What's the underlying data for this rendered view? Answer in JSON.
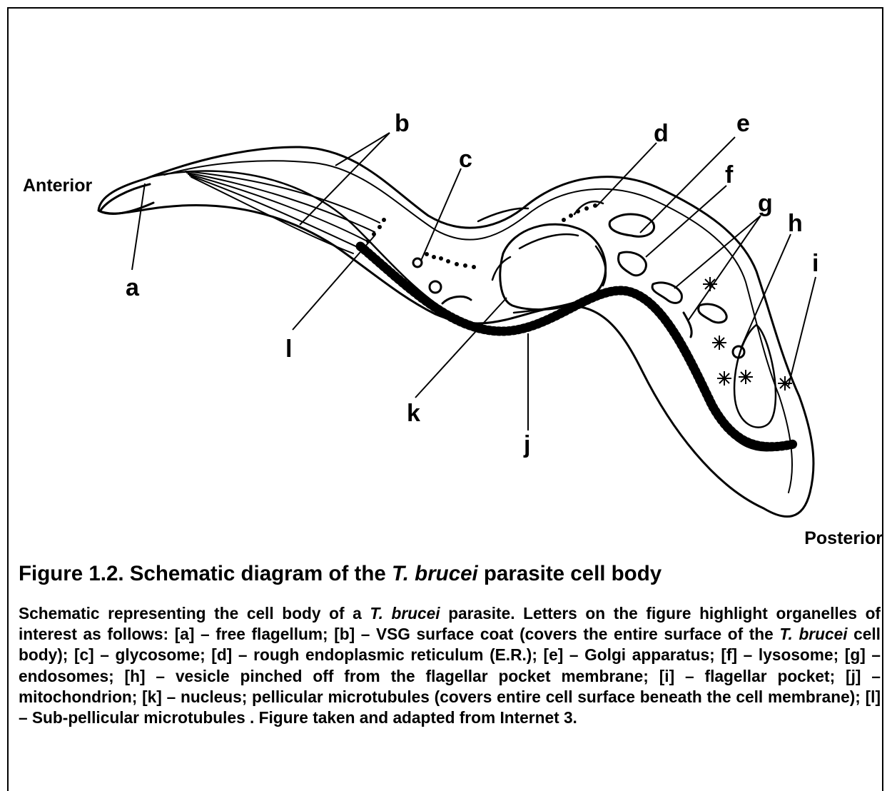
{
  "diagram": {
    "labels": {
      "a": "a",
      "b": "b",
      "c": "c",
      "d": "d",
      "e": "e",
      "f": "f",
      "g": "g",
      "h": "h",
      "i": "i",
      "j": "j",
      "k": "k",
      "l": "l"
    },
    "anterior": "Anterior",
    "posterior": "Posterior"
  },
  "figure": {
    "title_prefix": "Figure 1.2. Schematic diagram of the ",
    "title_species": "T. brucei",
    "title_suffix": " parasite cell body",
    "caption_1": "Schematic representing the cell body of a ",
    "caption_species_1": "T. brucei",
    "caption_2": " parasite. Letters on the figure highlight organelles of interest as follows: [a] – free flagellum; [b] – VSG surface coat (covers the entire surface of the ",
    "caption_species_2": "T. brucei",
    "caption_3": " cell body); [c] – glycosome; [d] – rough endoplasmic reticulum (E.R.); [e] – Golgi apparatus; [f] – lysosome; [g] – endosomes; [h] – vesicle pinched off from the flagellar pocket membrane; [i] – flagellar pocket; [j] – mitochondrion; [k] – nucleus; pellicular microtubules (covers entire cell surface beneath the cell membrane); [l] – Sub-pellicular microtubules . Figure taken and adapted from Internet 3."
  }
}
